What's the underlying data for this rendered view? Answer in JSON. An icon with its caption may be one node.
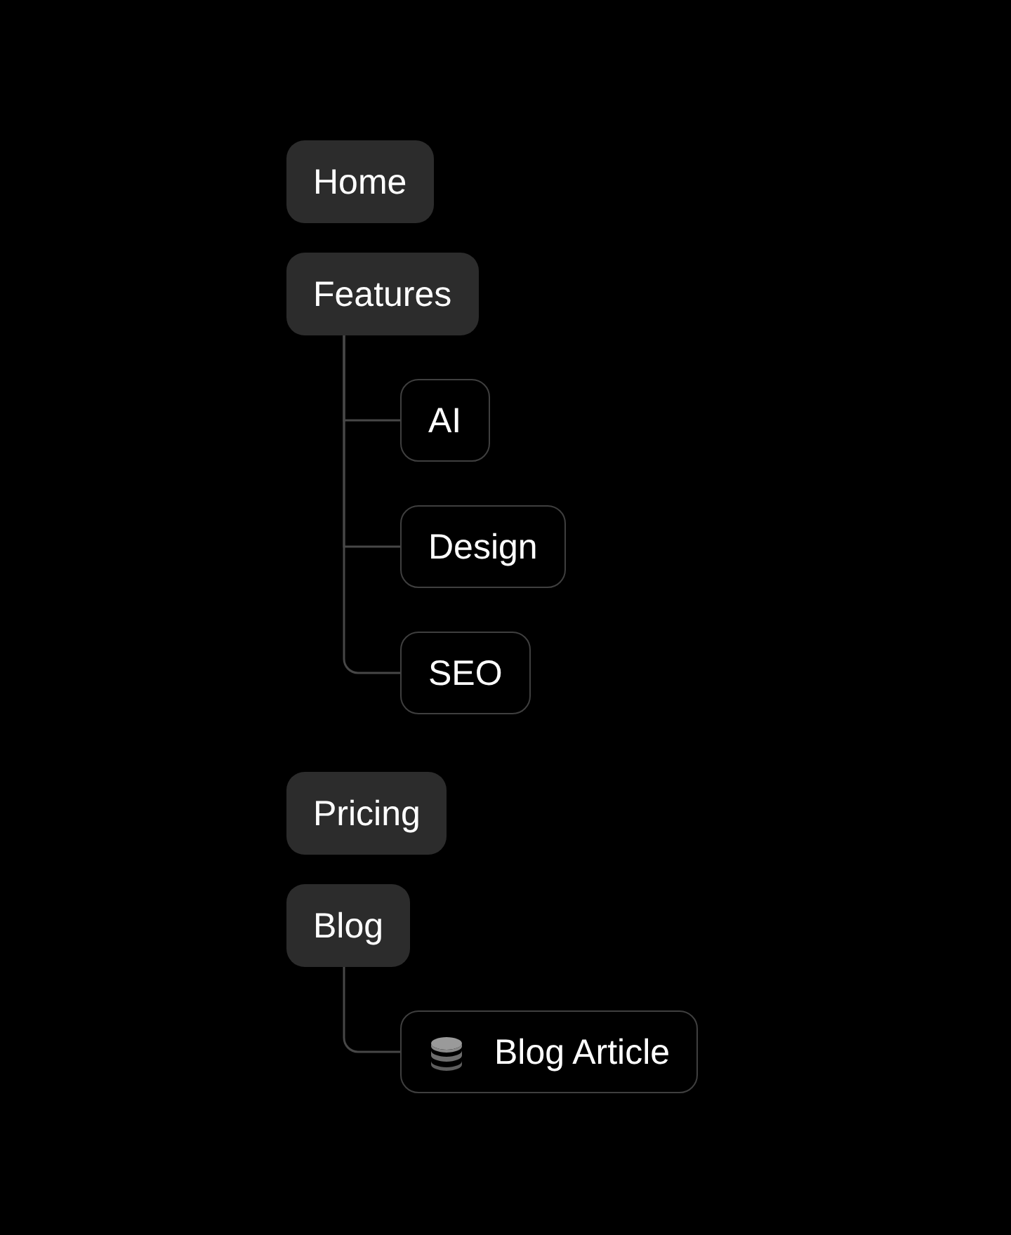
{
  "diagram": {
    "nodes": [
      {
        "text": [
          "Home"
        ]
      },
      {
        "text": [
          "Features"
        ]
      },
      {
        "text": [
          "AI"
        ]
      },
      {
        "text": [
          "Design"
        ]
      },
      {
        "text": [
          "SEO"
        ]
      },
      {
        "text": [
          "Pricing"
        ]
      },
      {
        "text": [
          "Blog"
        ]
      },
      {
        "text": [
          "Blog Article"
        ]
      }
    ],
    "edges": [
      {
        "from": 1,
        "to": 2,
        "arrow": "none"
      },
      {
        "from": 1,
        "to": 3,
        "arrow": "none"
      },
      {
        "from": 1,
        "to": 4,
        "arrow": "none"
      },
      {
        "from": 6,
        "to": 7,
        "arrow": "none"
      }
    ]
  }
}
